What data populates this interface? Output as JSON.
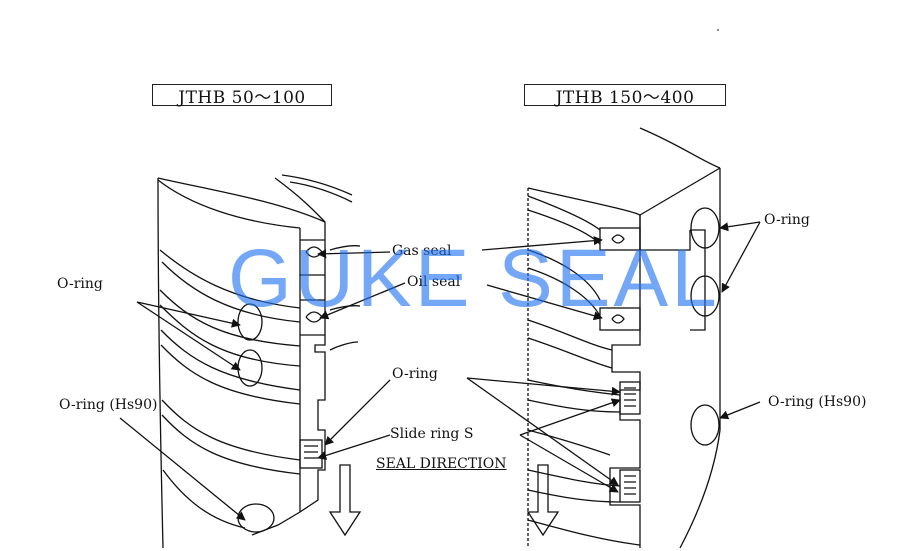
{
  "left_diagram": {
    "title": "JTHB 50～100"
  },
  "right_diagram": {
    "title": "JTHB 150～400"
  },
  "labels": {
    "gas_seal": "Gas seal",
    "oil_seal": "Oil seal",
    "o_ring_left": "O-ring",
    "o_ring_hs90_left": "O-ring (Hs90)",
    "o_ring_center": "O-ring",
    "slide_ring": "Slide ring  S",
    "seal_direction": "SEAL DIRECTION",
    "o_ring_right": "O-ring",
    "o_ring_hs90_right": "O-ring (Hs90)"
  },
  "watermark": {
    "text": "GUKE SEAL",
    "color": "#1e73f0"
  },
  "colors": {
    "line": "#111111",
    "background": "#ffffff"
  }
}
